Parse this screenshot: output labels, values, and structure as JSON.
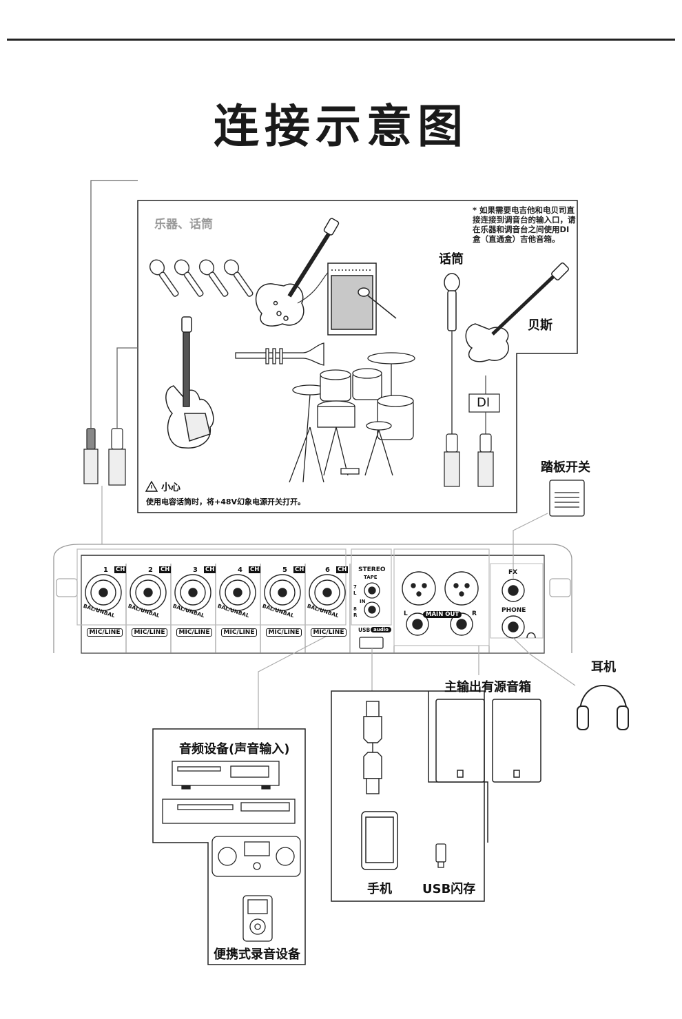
{
  "title": "连接示意图",
  "instruments_box": {
    "heading": "乐器、话筒",
    "note": "* 如果需要电吉他和电贝司直接连接到调音台的输入口，请在乐器和调音台之间使用DI盒（直通盒）吉他音箱。",
    "mic_label": "话筒",
    "bass_label": "贝斯",
    "di_label": "DI",
    "caution_title": "小心",
    "caution_text": "使用电容话筒时，将+48V幻象电源开关打开。"
  },
  "pedal_label": "踏板开关",
  "headphones_label": "耳机",
  "speakers_label": "主输出有源音箱",
  "audio_devices_label": "音频设备(声音输入)",
  "portable_label": "便携式录音设备",
  "phone_label": "手机",
  "usb_label": "USB闪存",
  "mixer": {
    "channels": [
      {
        "num": "1",
        "tag": "CH",
        "type": "BAL/UNBAL",
        "switch": "MIC/LINE"
      },
      {
        "num": "2",
        "tag": "CH",
        "type": "BAL/UNBAL",
        "switch": "MIC/LINE"
      },
      {
        "num": "3",
        "tag": "CH",
        "type": "BAL/UNBAL",
        "switch": "MIC/LINE"
      },
      {
        "num": "4",
        "tag": "CH",
        "type": "BAL/UNBAL",
        "switch": "MIC/LINE"
      },
      {
        "num": "5",
        "tag": "CH",
        "type": "BAL/UNBAL",
        "switch": "MIC/LINE"
      },
      {
        "num": "6",
        "tag": "CH",
        "type": "BAL/UNBAL",
        "switch": "MIC/LINE"
      }
    ],
    "stereo": "STEREO",
    "tape": "TAPE",
    "in7": "7",
    "in7_side": "L",
    "in_label": "IN",
    "in8": "8",
    "in8_side": "R",
    "usb": "USB",
    "usb_audio": "audio",
    "main_out": "MAIN OUT",
    "left": "L",
    "right": "R",
    "fx": "FX",
    "phone": "PHONE"
  }
}
